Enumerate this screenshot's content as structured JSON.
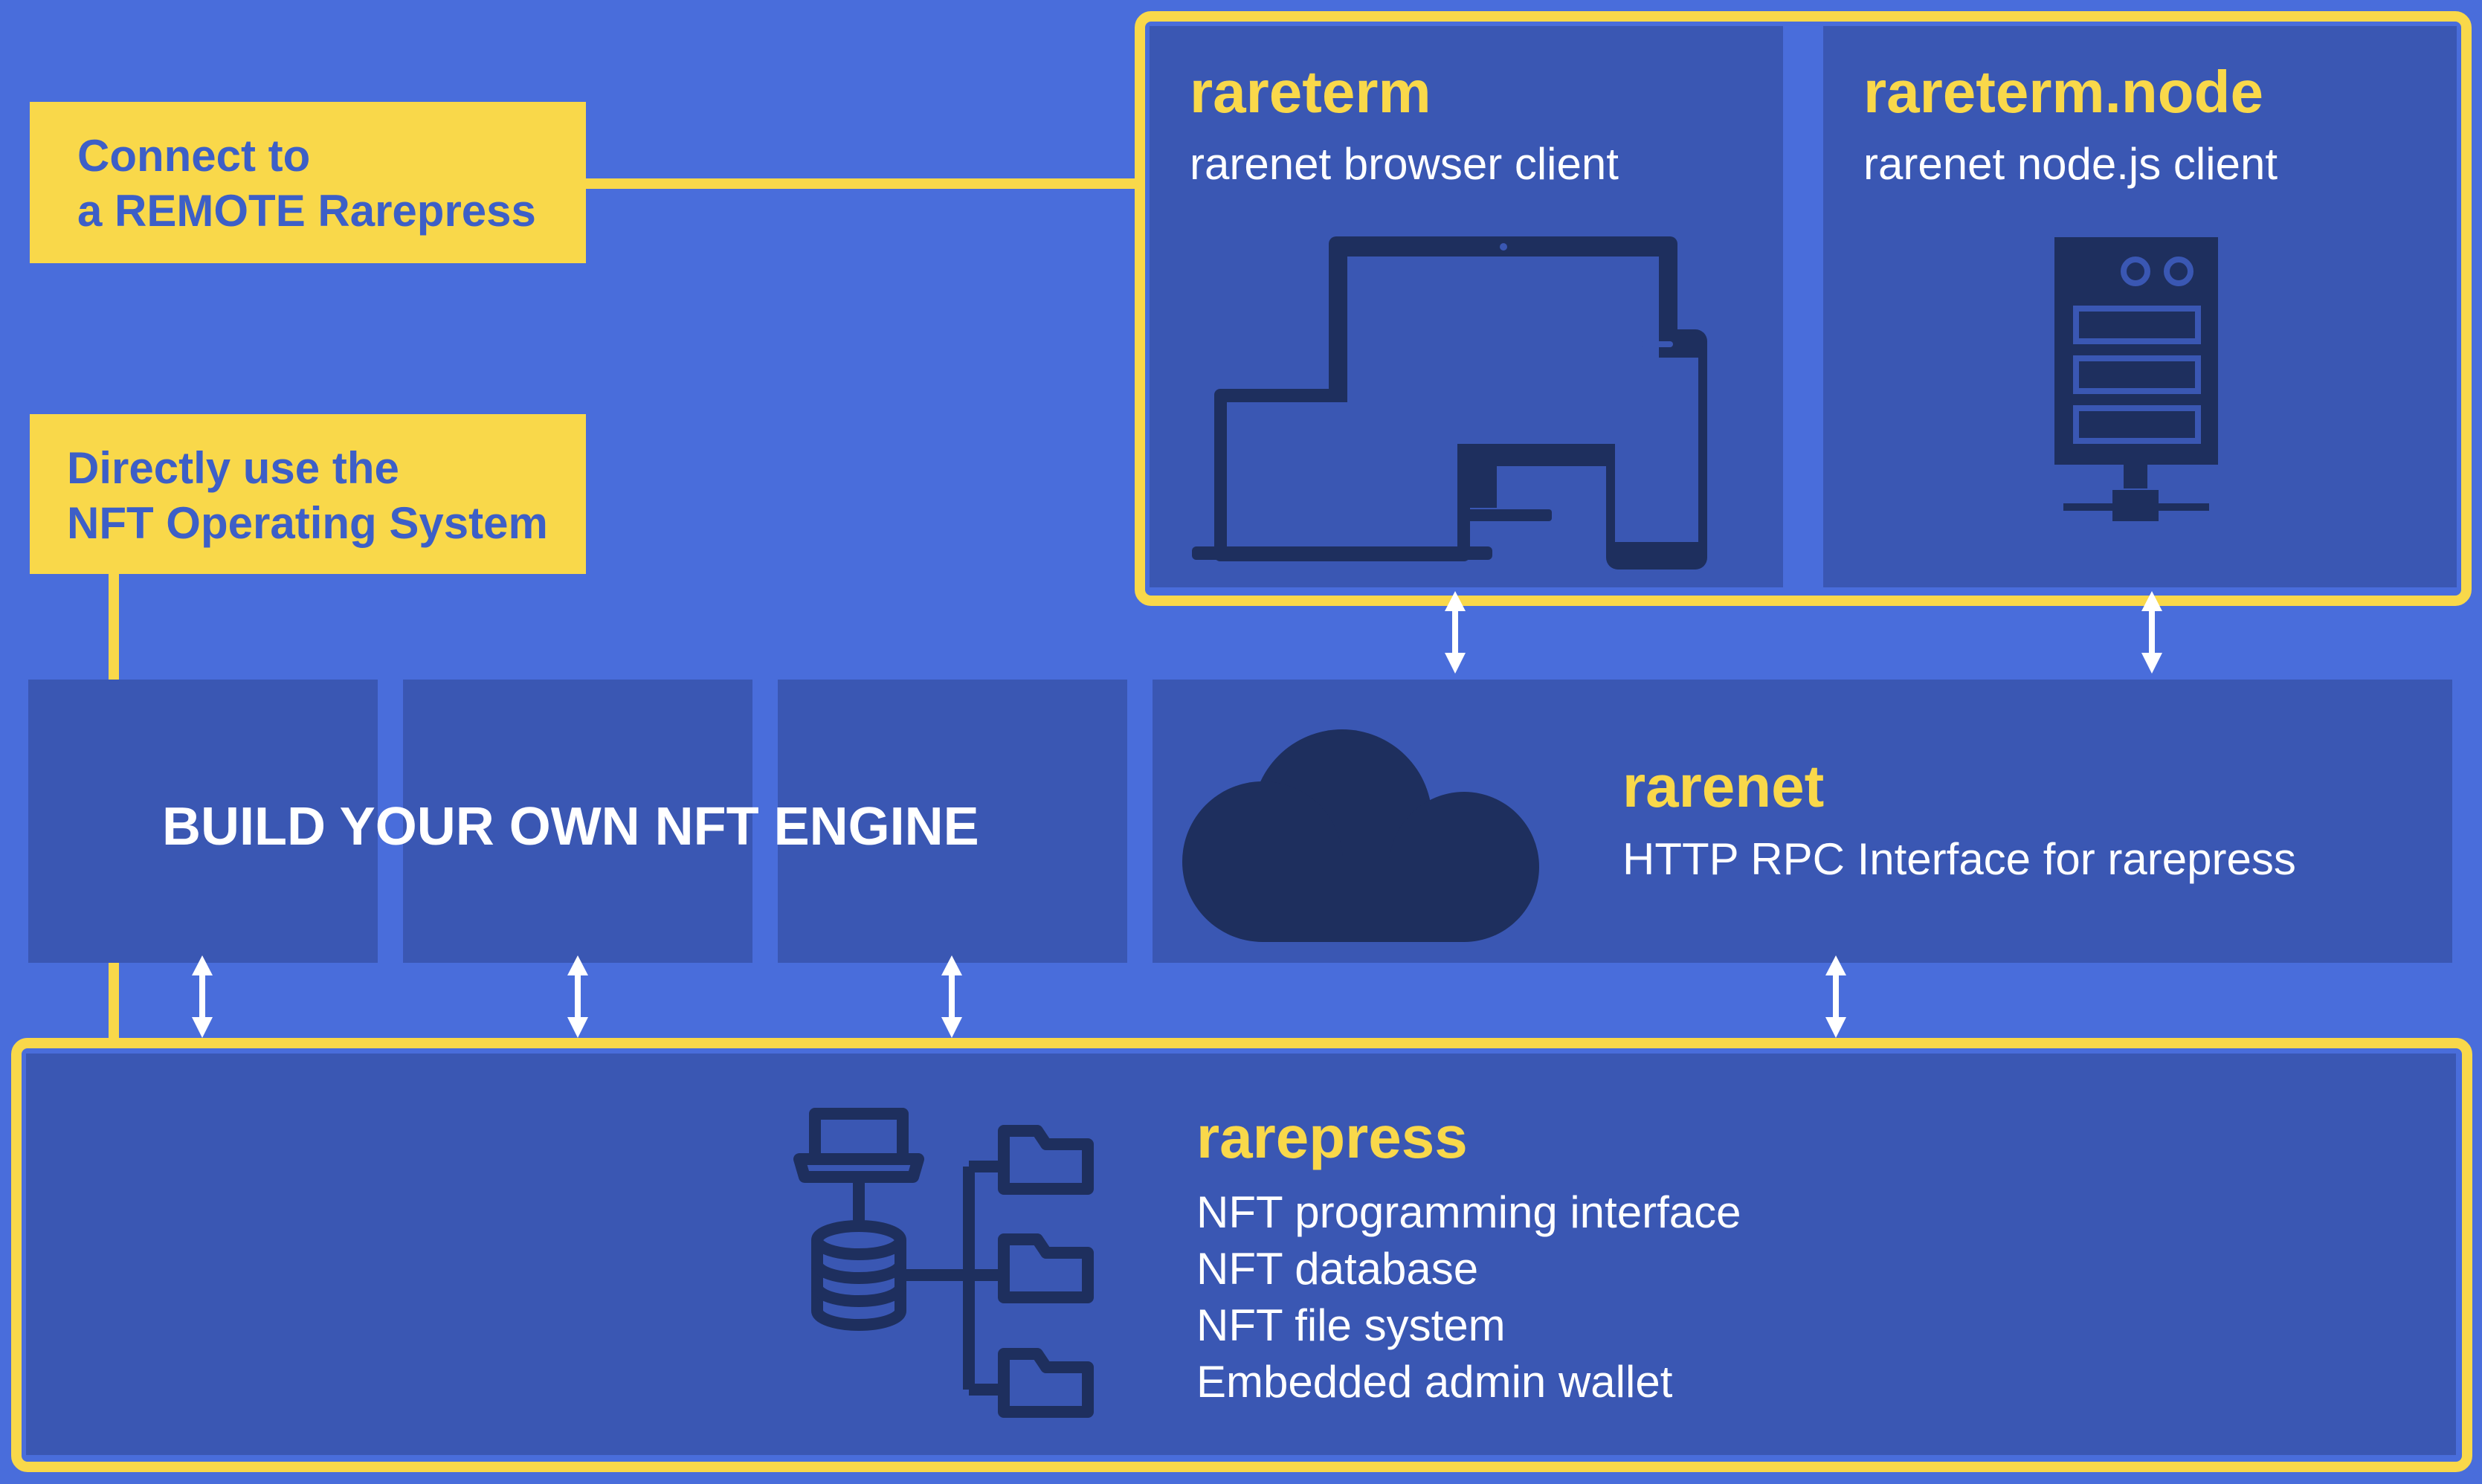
{
  "callouts": {
    "remote": [
      "Connect to",
      "a REMOTE Rarepress"
    ],
    "direct": [
      "Directly use the",
      "NFT Operating System"
    ]
  },
  "clients": {
    "rareterm": {
      "title": "rareterm",
      "subtitle": "rarenet browser client",
      "icon": "devices-icon"
    },
    "rareterm_node": {
      "title": "rareterm.node",
      "subtitle": "rarenet node.js client",
      "icon": "server-icon"
    }
  },
  "engine": {
    "label": "BUILD YOUR OWN NFT ENGINE"
  },
  "rarenet": {
    "title": "rarenet",
    "subtitle": "HTTP RPC Interface for rarepress",
    "icon": "cloud-icon"
  },
  "rarepress": {
    "title": "rarepress",
    "features": [
      "NFT programming interface",
      "NFT database",
      "NFT file system",
      "Embedded admin wallet"
    ],
    "icon": "database-tree-icon"
  },
  "colors": {
    "background": "#496ddb",
    "panel": "#3a57b3",
    "accent": "#f9d84a",
    "icon": "#1e2f5e",
    "text": "#ffffff"
  }
}
